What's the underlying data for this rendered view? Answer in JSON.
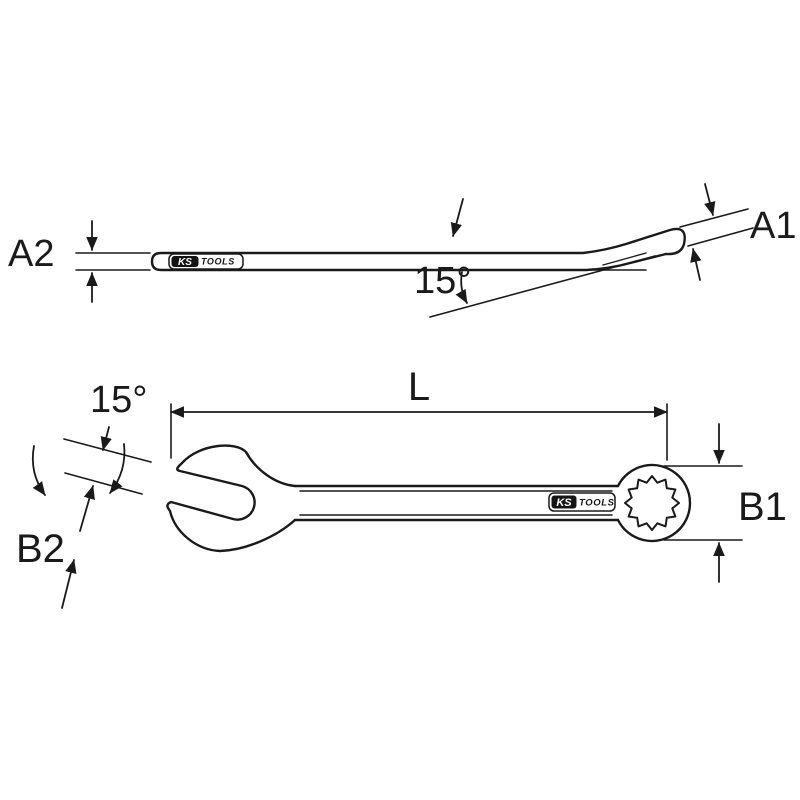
{
  "drawing": {
    "background_color": "#ffffff",
    "line_color": "#1a1a1a",
    "side_view": {
      "thickness_ring_label": "A1",
      "thickness_handle_label": "A2",
      "offset_angle_label": "15°"
    },
    "plan_view": {
      "length_label": "L",
      "ring_width_label": "B1",
      "jaw_width_label": "B2",
      "jaw_angle_label": "15°"
    },
    "brand": {
      "ks": "KS",
      "tools": "TOOLS"
    }
  }
}
